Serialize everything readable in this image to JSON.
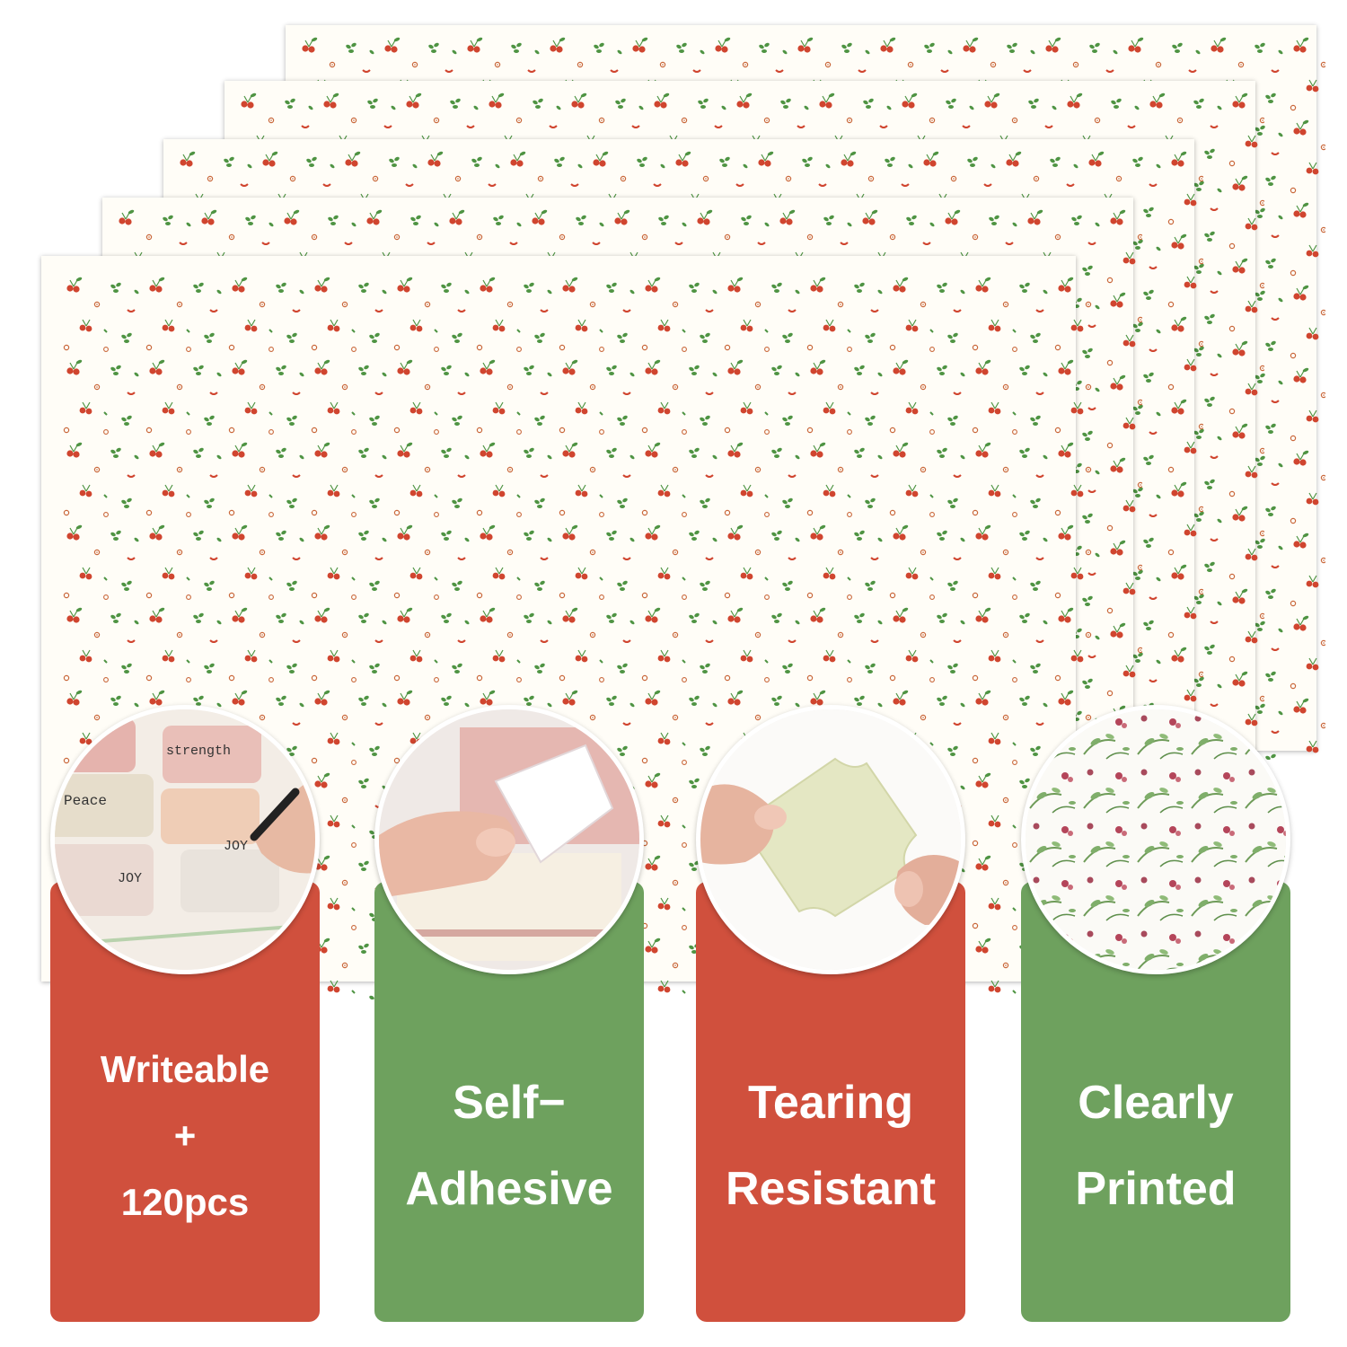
{
  "colors": {
    "red_card": "#d0503d",
    "green_card": "#6ea15e",
    "cherry": "#d0452f",
    "leaf": "#4f9443",
    "berry_outline": "#c9673a",
    "sheet": "#fffdf7"
  },
  "product": {
    "sheet_count": 5,
    "pattern": "cherry-and-leaf-ditsy-print"
  },
  "features": [
    {
      "id": "writeable",
      "lines": [
        "Writeable",
        "+",
        "120pcs"
      ],
      "card_color": "#d0503d",
      "photo": "hand-writing-on-labels",
      "photo_text": [
        "strength",
        "Peace",
        "JOY",
        "JOY"
      ]
    },
    {
      "id": "self-adhesive",
      "lines": [
        "Self−",
        "Adhesive"
      ],
      "card_color": "#6ea15e",
      "photo": "peeling-label-backing"
    },
    {
      "id": "tearing-resistant",
      "lines": [
        "Tearing",
        "Resistant"
      ],
      "card_color": "#d0503d",
      "photo": "stretching-label"
    },
    {
      "id": "clearly-printed",
      "lines": [
        "Clearly",
        "Printed"
      ],
      "card_color": "#6ea15e",
      "photo": "floral-print-closeup"
    }
  ]
}
